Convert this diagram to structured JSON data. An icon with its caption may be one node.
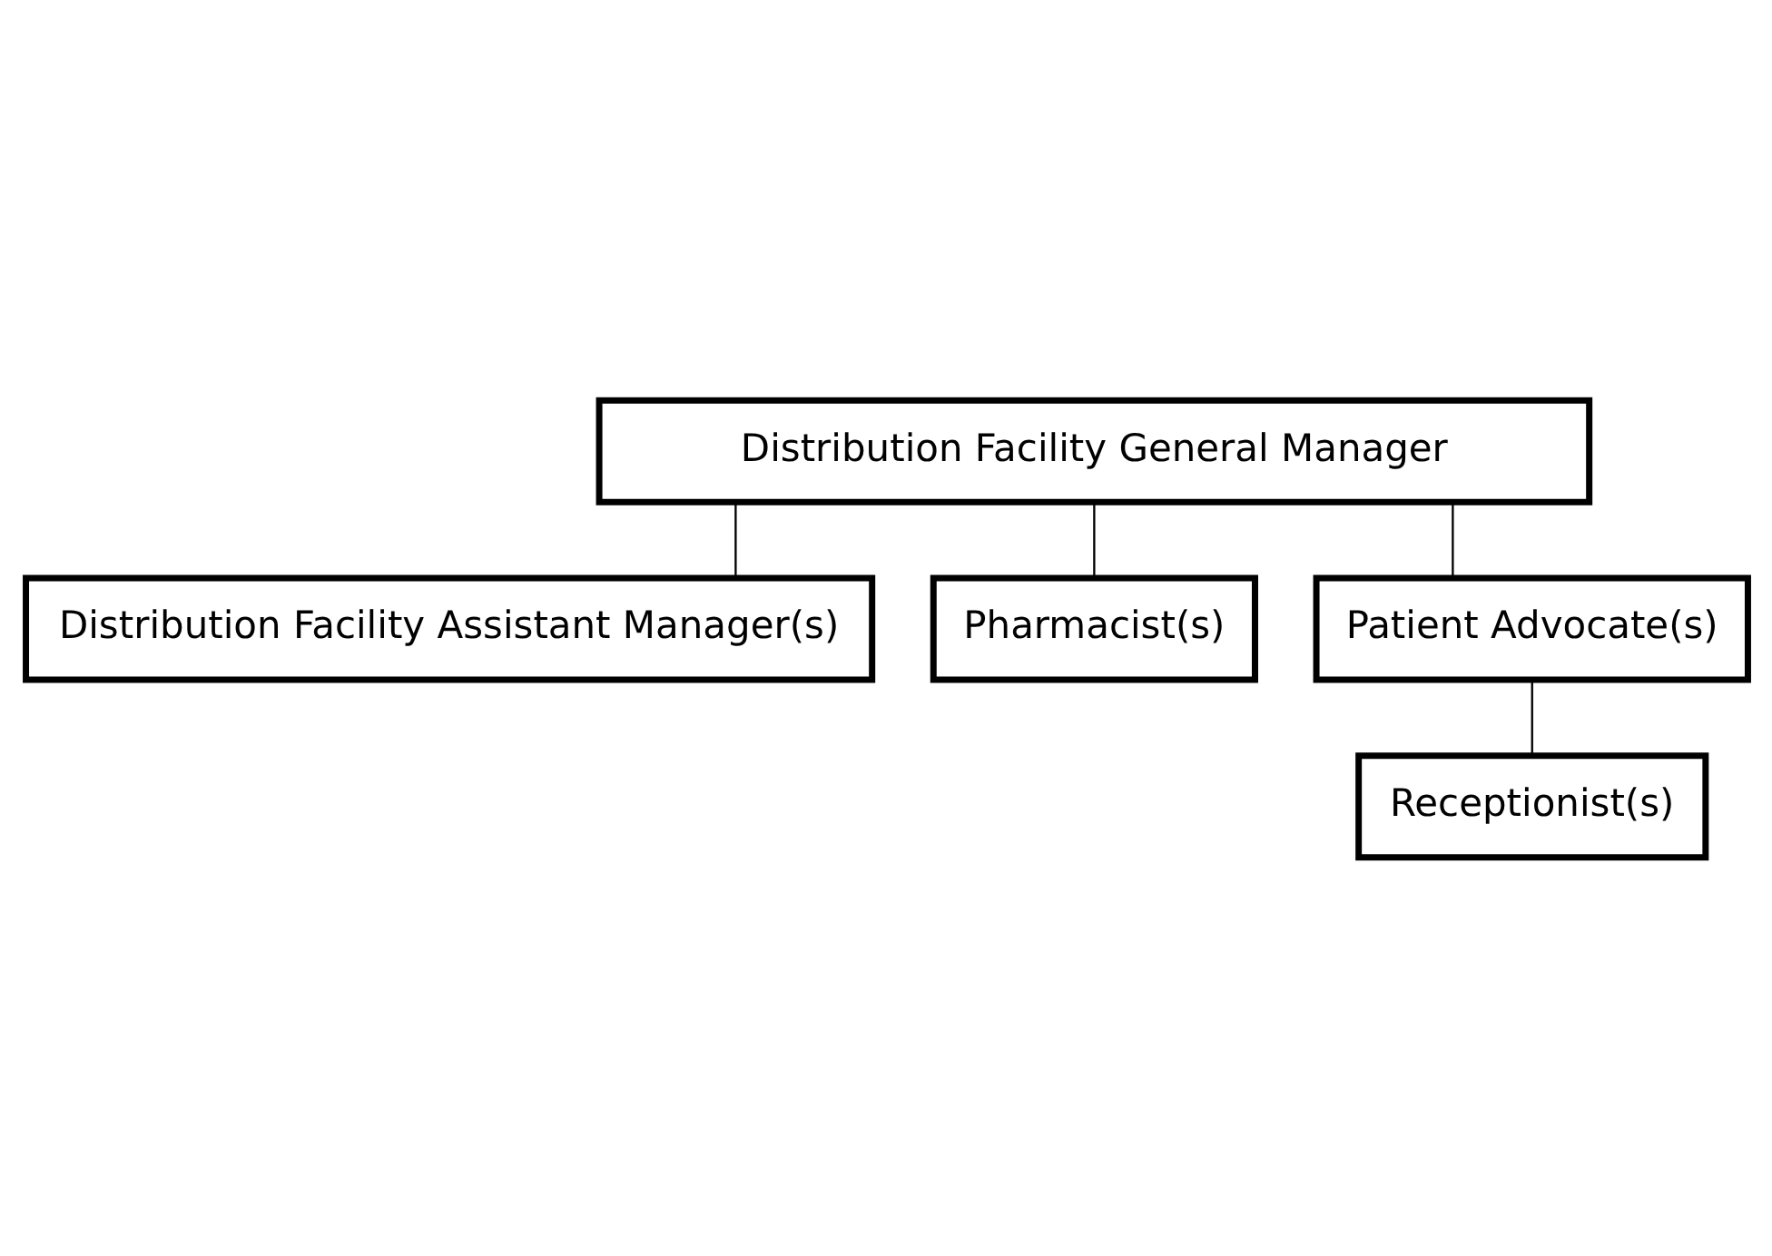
{
  "diagram": {
    "nodes": [
      {
        "text": [
          "Distribution Facility General Manager"
        ]
      },
      {
        "text": [
          "Distribution Facility Assistant Manager(s)"
        ]
      },
      {
        "text": [
          "Pharmacist(s)"
        ]
      },
      {
        "text": [
          "Patient Advocate(s)"
        ]
      },
      {
        "text": [
          "Receptionist(s)"
        ]
      }
    ],
    "edges": [
      {
        "from": 0,
        "to": 1,
        "arrow": "none"
      },
      {
        "from": 0,
        "to": 2,
        "arrow": "none"
      },
      {
        "from": 0,
        "to": 3,
        "arrow": "none"
      },
      {
        "from": 3,
        "to": 4,
        "arrow": "none"
      }
    ]
  }
}
